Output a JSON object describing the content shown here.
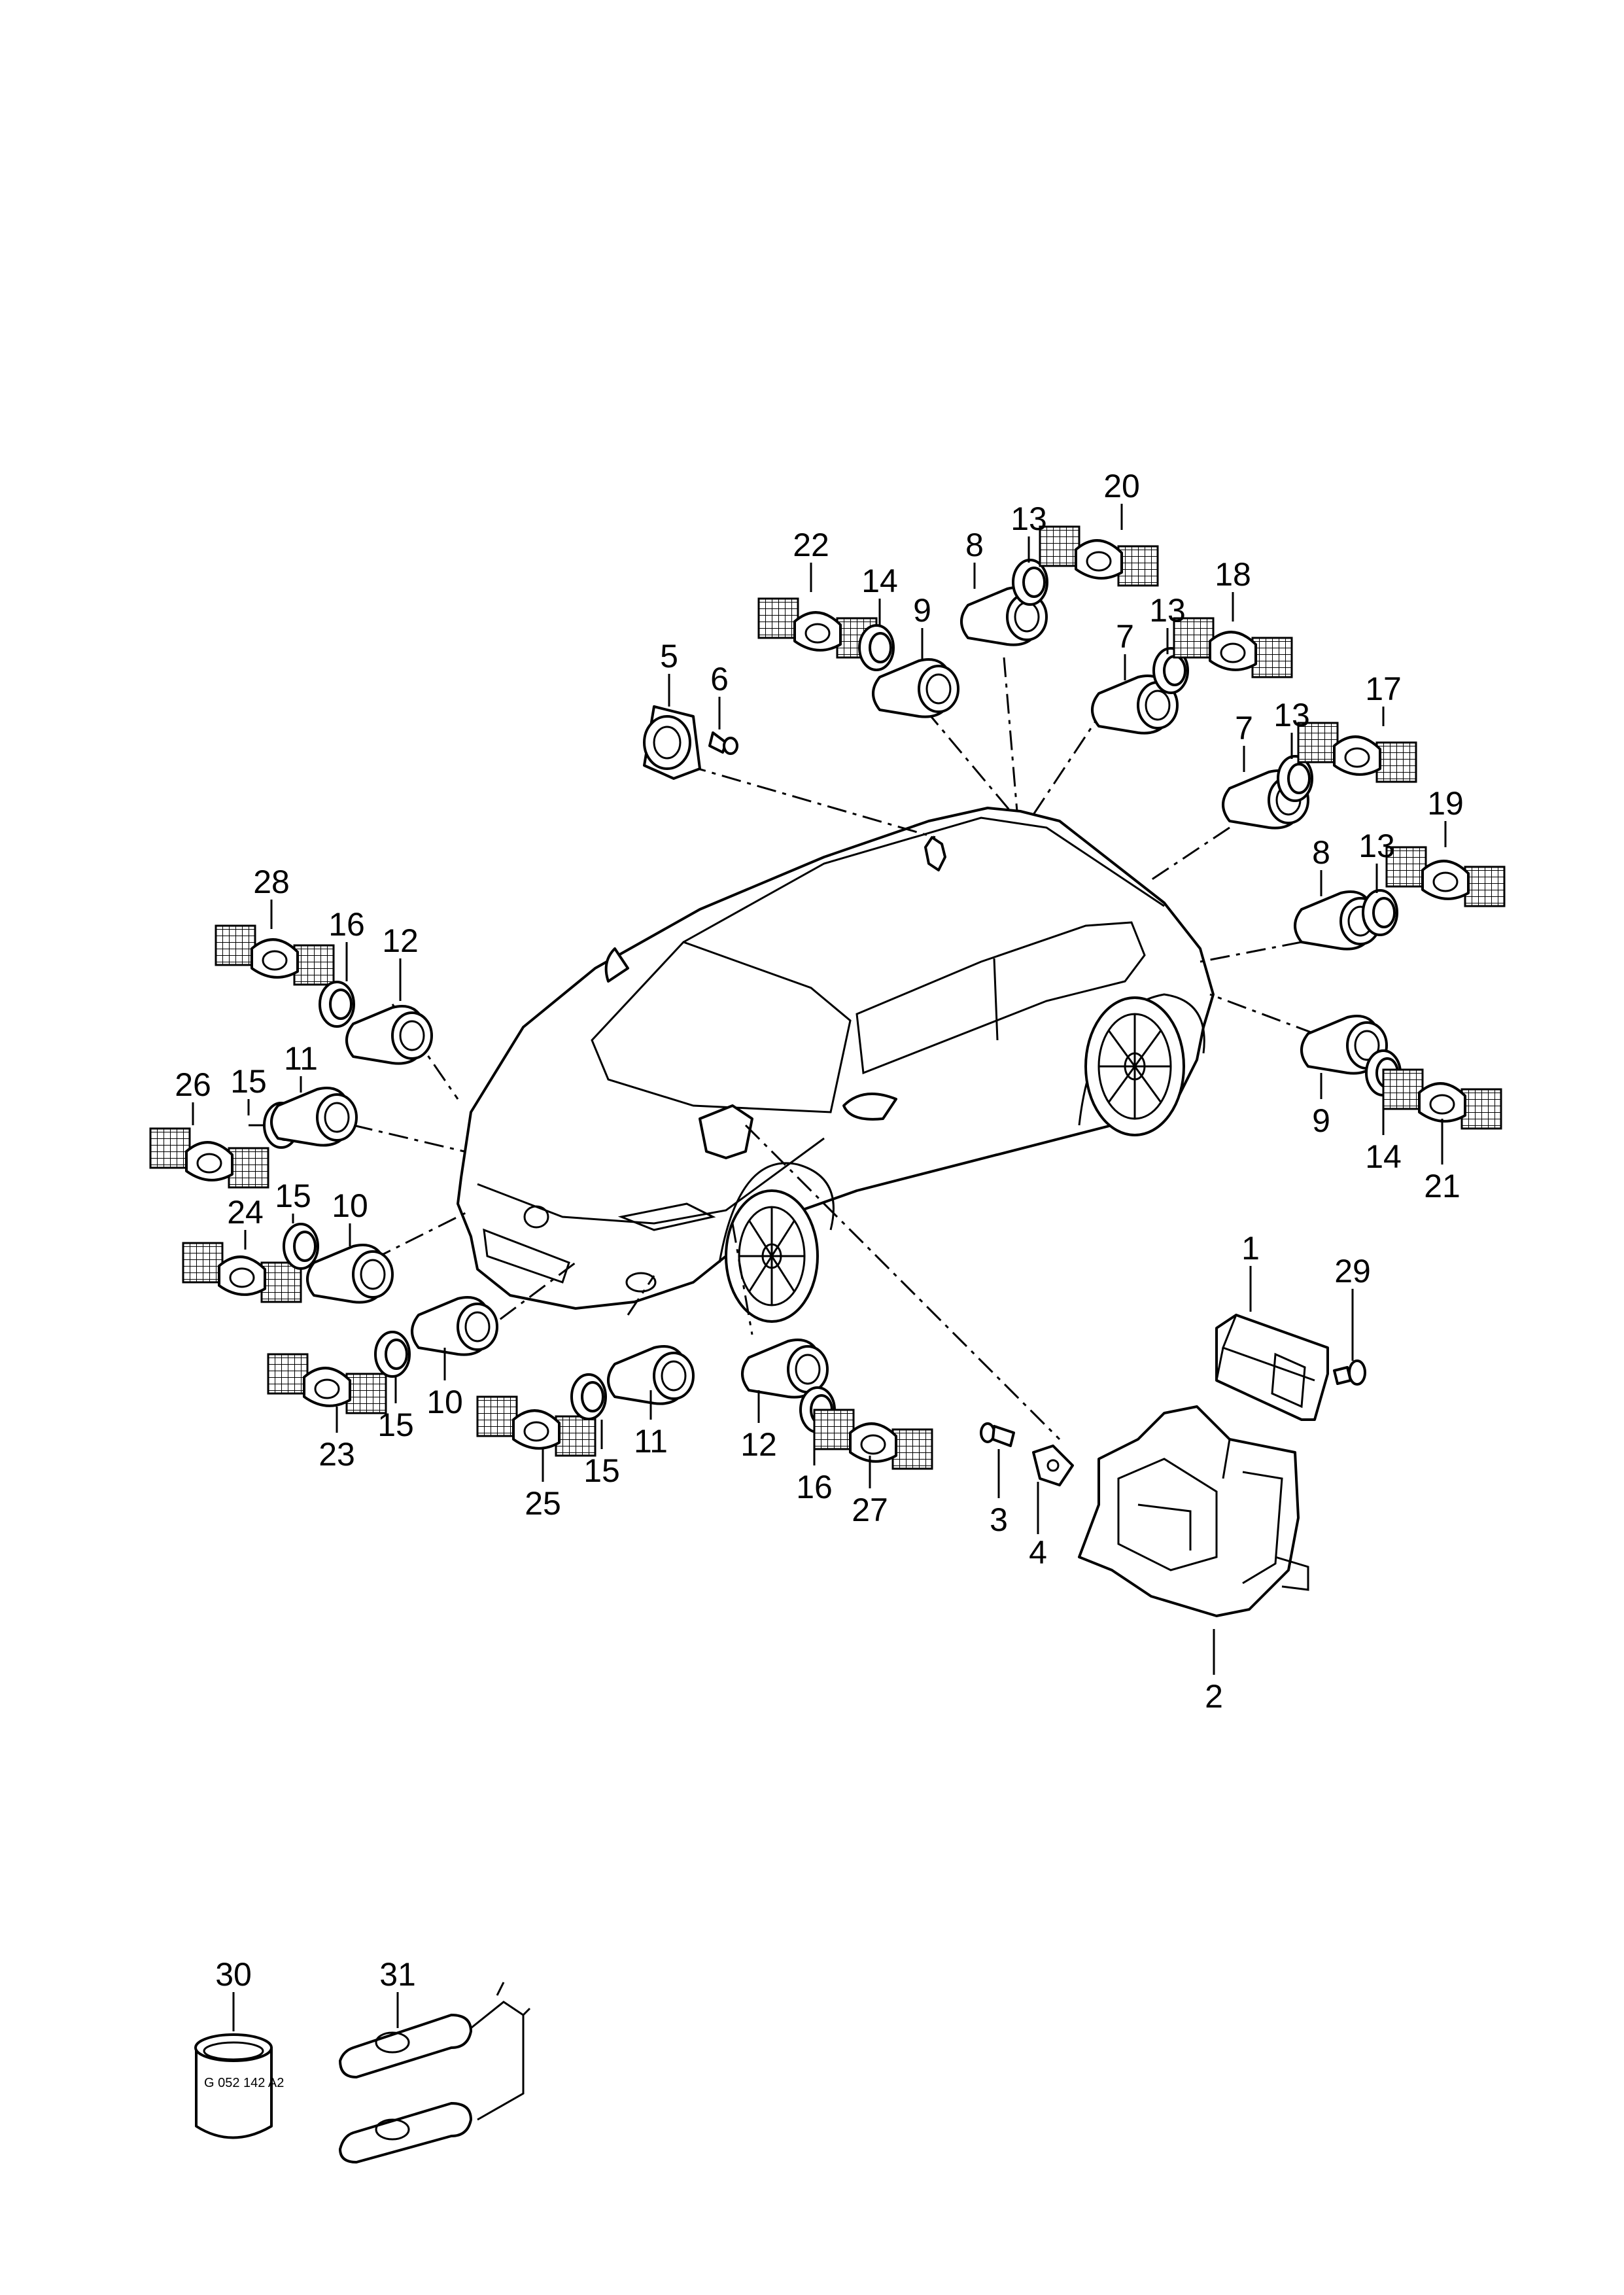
{
  "labels": {
    "l1": "1",
    "l2": "2",
    "l3": "3",
    "l4": "4",
    "l5": "5",
    "l6": "6",
    "l7a": "7",
    "l7b": "7",
    "l8a": "8",
    "l8b": "8",
    "l9a": "9",
    "l9b": "9",
    "l10a": "10",
    "l10b": "10",
    "l11a": "11",
    "l11b": "11",
    "l12a": "12",
    "l12b": "12",
    "l13a": "13",
    "l13b": "13",
    "l13c": "13",
    "l13d": "13",
    "l14a": "14",
    "l14b": "14",
    "l15a": "15",
    "l15b": "15",
    "l15c": "15",
    "l15d": "15",
    "l16a": "16",
    "l16b": "16",
    "l17": "17",
    "l18": "18",
    "l19": "19",
    "l20": "20",
    "l21": "21",
    "l22": "22",
    "l23": "23",
    "l24": "24",
    "l25": "25",
    "l26": "26",
    "l27": "27",
    "l28": "28",
    "l29": "29",
    "l30": "30",
    "l31": "31"
  },
  "part_30_marking": "G 052 142 A2"
}
